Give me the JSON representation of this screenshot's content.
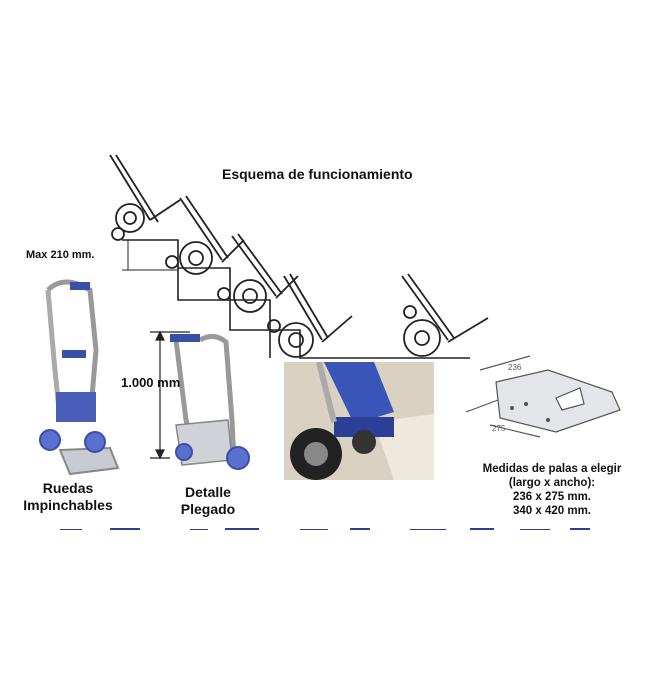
{
  "diagram": {
    "title": "Esquema de funcionamiento",
    "max_height_label": "Max 210 mm.",
    "height_dimension_label": "1.000 mm",
    "caption_left": [
      "Ruedas",
      "Impinchables"
    ],
    "caption_middle": [
      "Detalle",
      "Plegado"
    ],
    "plate_dimension_a": "236",
    "plate_dimension_b": "275",
    "plate_sizes": [
      "Medidas de palas a elegir",
      "(largo x ancho):",
      "236 x 275 mm.",
      "340 x 420 mm."
    ]
  },
  "colors": {
    "line": "#222222",
    "accent_blue": "#3a4fa8",
    "metal": "#b8bcc4",
    "plate": "#d6d8dc"
  }
}
